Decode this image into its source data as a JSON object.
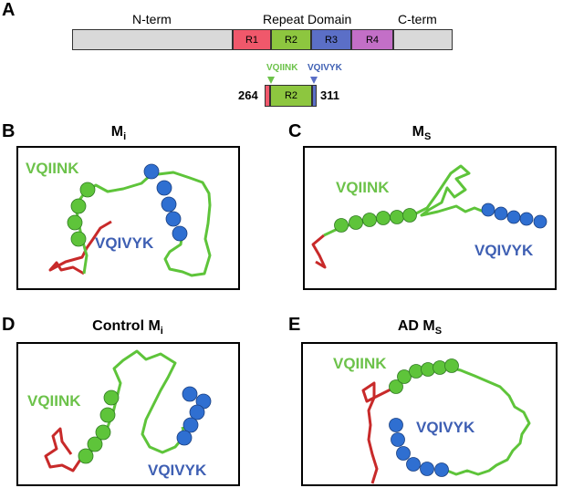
{
  "panel_a": {
    "letter": "A",
    "labels": {
      "nterm": "N-term",
      "repeat": "Repeat Domain",
      "cterm": "C-term"
    },
    "segments": [
      {
        "label": "",
        "color": "#d9d9d9"
      },
      {
        "label": "R1",
        "color": "#f0586b"
      },
      {
        "label": "R2",
        "color": "#8dc63f"
      },
      {
        "label": "R3",
        "color": "#5b6fc7"
      },
      {
        "label": "R4",
        "color": "#c36fc7"
      },
      {
        "label": "",
        "color": "#d9d9d9"
      }
    ],
    "zoom": {
      "motif1": "VQIINK",
      "motif2": "VQIVYK",
      "start": "264",
      "end": "311",
      "label": "R2"
    }
  },
  "panels": [
    {
      "letter": "B",
      "title_main": "M",
      "title_sub": "i",
      "green_label": "VQIINK",
      "blue_label": "VQIVYK"
    },
    {
      "letter": "C",
      "title_main": "M",
      "title_sub": "S",
      "green_label": "VQIINK",
      "blue_label": "VQIVYK"
    },
    {
      "letter": "D",
      "title_main": "Control M",
      "title_sub": "i",
      "green_label": "VQIINK",
      "blue_label": "VQIVYK"
    },
    {
      "letter": "E",
      "title_main": "AD M",
      "title_sub": "S",
      "green_label": "VQIINK",
      "blue_label": "VQIVYK"
    }
  ],
  "colors": {
    "green": "#5ec43a",
    "blue": "#2f6fd1",
    "red": "#c82a2a",
    "green_text": "#6cc24a",
    "blue_text": "#3e5fb3"
  }
}
